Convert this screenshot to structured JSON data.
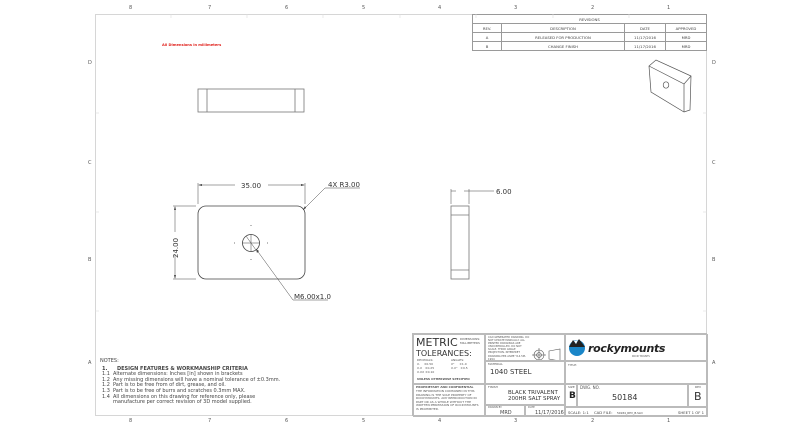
{
  "zones": {
    "columns": [
      "8",
      "7",
      "6",
      "5",
      "4",
      "3",
      "2",
      "1"
    ],
    "rows": [
      "D",
      "C",
      "B",
      "A"
    ]
  },
  "note_red": "All Dimensions in millimeters",
  "revisions": {
    "title": "REVISIONS",
    "headers": [
      "REV.",
      "DESCRIPTION",
      "DATE",
      "APPROVED"
    ],
    "rows": [
      {
        "rev": "A",
        "description": "RELEASED FOR PRODUCTION",
        "date": "11/17/2016",
        "approved": "MRD"
      },
      {
        "rev": "B",
        "description": "CHANGE FINISH",
        "date": "11/17/2016",
        "approved": "MRD"
      }
    ]
  },
  "views": {
    "front": {
      "width_dim": "35.00",
      "height_dim": "24.00",
      "radius_callout": "4X R3.00",
      "hole_callout": "M6.00x1.0"
    },
    "side": {
      "thickness_dim": "6.00"
    }
  },
  "notes": {
    "heading": "NOTES:",
    "section_num": "1.",
    "section_title": "DESIGN FEATURES & WORKMANSHIP CRITERIA",
    "items": [
      {
        "num": "1.1",
        "text": "Alternate dimensions: Inches [in] shown in brackets"
      },
      {
        "num": "1.2",
        "text": "Any missing dimensions will have a nominal tolerance of  ±0.3mm."
      },
      {
        "num": "1.2",
        "text": "Part is to be free from of dirt, grease, and oil."
      },
      {
        "num": "1.3",
        "text": "Part is to be free of burrs and scratches 0.3mm MAX."
      },
      {
        "num": "1.4",
        "text": "All dimensions on this drawing for reference only, please"
      },
      {
        "num": "",
        "text": "manufacture per correct revision of 3D model supplied."
      }
    ]
  },
  "title_block": {
    "metric": "METRIC",
    "dimensions_label": "DIMENSIONS:",
    "millimeters_label": "MILLIMETERS",
    "tolerances": "TOLERANCES:",
    "decimals_label": "DECIMALS:",
    "angles_label": "ANGLES:",
    "decimals": [
      "X.    ±0.50",
      "X.X   ±0.25",
      "X.XX ±0.10"
    ],
    "angles": [
      "X°     ±1.0",
      "X.X°   ±0.5"
    ],
    "unless": "UNLESS OTHERWISE SPECIFIED",
    "proprietary_title": "PROPRIETARY AND CONFIDENTIAL",
    "proprietary_text": "THE INFORMATION CONTAINED IN THIS DRAWING IS THE SOLE PROPERTY OF ROCKYMOUNTS. ANY REPRODUCTION IN PART OR AS A WHOLE WITHOUT THE WRITTEN PERMISSION OF ROCKYMOUNTS IS PROHIBITED.",
    "cad_note": "CAD GENERATED DRAWING. DO NOT UPDATE MANUALLY. ALL PRINTED DRAWINGS ARE UNCONTROLLED. DO NOT SCALE. THIRD ANGLE PROJECTION. INTERPRET DRAWING PER ASME Y14.5M-1994",
    "material_label": "MATERIAL",
    "material": "1040 STEEL",
    "finish_label": "FINISH",
    "finish_line1": "BLACK TRIVALENT",
    "finish_line2": "200HR SALT SPRAY",
    "drawn_by_label": "DRAWN BY",
    "drawn_by": "MRD",
    "date_label": "DATE",
    "date": "11/17/2016",
    "logo_text": "rockymounts",
    "logo_sub": "ROCKY MOUNTS",
    "title_label": "TITLE:",
    "size_label": "SIZE",
    "size": "B",
    "dwg_no_label": "DWG.  NO.",
    "dwg_no": "50184",
    "rev_label": "REV",
    "rev": "B",
    "scale": "SCALE: 1:1",
    "cad_file_label": "CAD FILE:",
    "cad_file": "50184_REV_B.SLD",
    "sheet": "SHEET 1 OF 1"
  },
  "colors": {
    "note_red": "#e0201b",
    "line": "#555555",
    "frame": "#d6d6d6",
    "logo_blue": "#1a86c8"
  }
}
